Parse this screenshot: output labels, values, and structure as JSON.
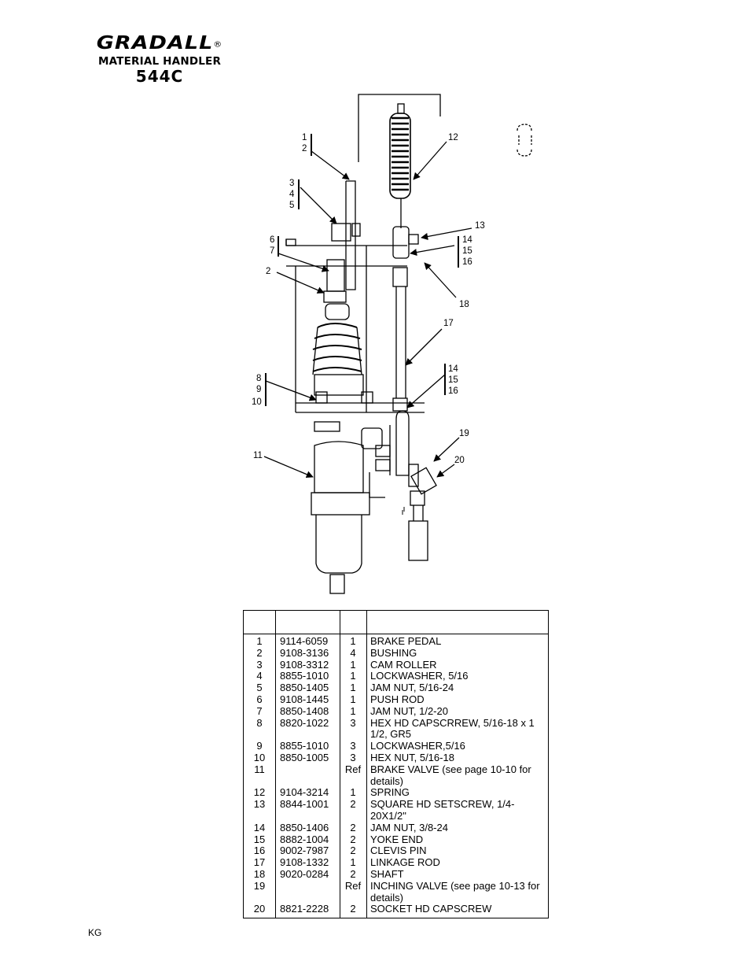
{
  "header": {
    "brand": "GRADALL",
    "registered_mark": "®",
    "subtitle": "MATERIAL HANDLER",
    "model": "544C"
  },
  "diagram": {
    "callouts": [
      {
        "id": "c1",
        "text": "1"
      },
      {
        "id": "c2",
        "text": "2"
      },
      {
        "id": "c3",
        "text": "3"
      },
      {
        "id": "c4",
        "text": "4"
      },
      {
        "id": "c5",
        "text": "5"
      },
      {
        "id": "c6",
        "text": "6"
      },
      {
        "id": "c7",
        "text": "7"
      },
      {
        "id": "c2b",
        "text": "2"
      },
      {
        "id": "c8",
        "text": "8"
      },
      {
        "id": "c9",
        "text": "9"
      },
      {
        "id": "c10",
        "text": "10"
      },
      {
        "id": "c11",
        "text": "11"
      },
      {
        "id": "c12",
        "text": "12"
      },
      {
        "id": "c13",
        "text": "13"
      },
      {
        "id": "c14a",
        "text": "14"
      },
      {
        "id": "c15a",
        "text": "15"
      },
      {
        "id": "c16a",
        "text": "16"
      },
      {
        "id": "c18",
        "text": "18"
      },
      {
        "id": "c17",
        "text": "17"
      },
      {
        "id": "c14b",
        "text": "14"
      },
      {
        "id": "c15b",
        "text": "15"
      },
      {
        "id": "c16b",
        "text": "16"
      },
      {
        "id": "c19",
        "text": "19"
      },
      {
        "id": "c20",
        "text": "20"
      }
    ]
  },
  "parts_list": {
    "rows": [
      {
        "item": "1",
        "part_no": "9114-6059",
        "qty": "1",
        "desc": "BRAKE PEDAL"
      },
      {
        "item": "2",
        "part_no": "9108-3136",
        "qty": "4",
        "desc": "BUSHING"
      },
      {
        "item": "3",
        "part_no": "9108-3312",
        "qty": "1",
        "desc": "CAM ROLLER"
      },
      {
        "item": "4",
        "part_no": "8855-1010",
        "qty": "1",
        "desc": "LOCKWASHER, 5/16"
      },
      {
        "item": "5",
        "part_no": "8850-1405",
        "qty": "1",
        "desc": "JAM NUT, 5/16-24"
      },
      {
        "item": "6",
        "part_no": "9108-1445",
        "qty": "1",
        "desc": "PUSH ROD"
      },
      {
        "item": "7",
        "part_no": "8850-1408",
        "qty": "1",
        "desc": "JAM NUT, 1/2-20"
      },
      {
        "item": "8",
        "part_no": "8820-1022",
        "qty": "3",
        "desc": "HEX HD CAPSCRREW, 5/16-18 x 1 1/2, GR5"
      },
      {
        "item": "9",
        "part_no": "8855-1010",
        "qty": "3",
        "desc": "LOCKWASHER,5/16"
      },
      {
        "item": "10",
        "part_no": "8850-1005",
        "qty": "3",
        "desc": "HEX NUT, 5/16-18"
      },
      {
        "item": "11",
        "part_no": "",
        "qty": "Ref",
        "desc": "BRAKE VALVE (see page 10-10 for details)"
      },
      {
        "item": "12",
        "part_no": "9104-3214",
        "qty": "1",
        "desc": "SPRING"
      },
      {
        "item": "13",
        "part_no": "8844-1001",
        "qty": "2",
        "desc": "SQUARE HD SETSCREW, 1/4-20X1/2\""
      },
      {
        "item": "14",
        "part_no": "8850-1406",
        "qty": "2",
        "desc": "JAM NUT, 3/8-24"
      },
      {
        "item": "15",
        "part_no": "8882-1004",
        "qty": "2",
        "desc": "YOKE END"
      },
      {
        "item": "16",
        "part_no": "9002-7987",
        "qty": "2",
        "desc": "CLEVIS PIN"
      },
      {
        "item": "17",
        "part_no": "9108-1332",
        "qty": "1",
        "desc": "LINKAGE ROD"
      },
      {
        "item": "18",
        "part_no": "9020-0284",
        "qty": "2",
        "desc": "SHAFT"
      },
      {
        "item": "19",
        "part_no": "",
        "qty": "Ref",
        "desc": "INCHING VALVE (see page 10-13 for details)"
      },
      {
        "item": "20",
        "part_no": "8821-2228",
        "qty": "2",
        "desc": "SOCKET HD CAPSCREW"
      }
    ]
  },
  "footer": {
    "code": "KG"
  }
}
